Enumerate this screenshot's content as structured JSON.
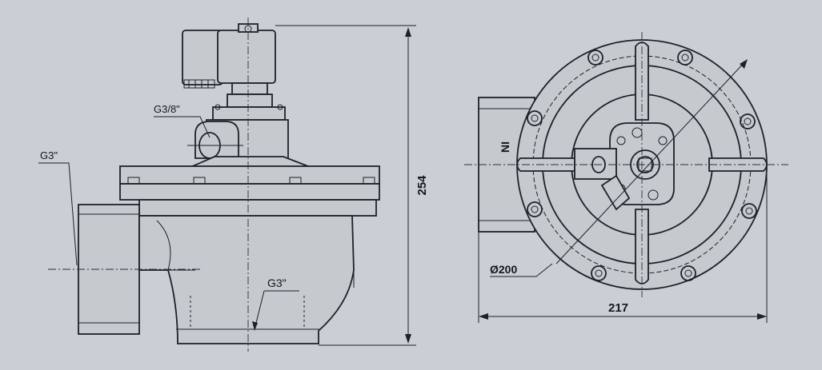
{
  "labels": {
    "coil_port": "G3/8\"",
    "inlet_port": "G3\"",
    "outlet_port": "G3\"",
    "height_dim": "254",
    "width_dim": "217",
    "diameter_dim": "Ø200",
    "block_text": "NI"
  },
  "colors": {
    "background": "#c9cfd4",
    "line": "#1d2228"
  }
}
